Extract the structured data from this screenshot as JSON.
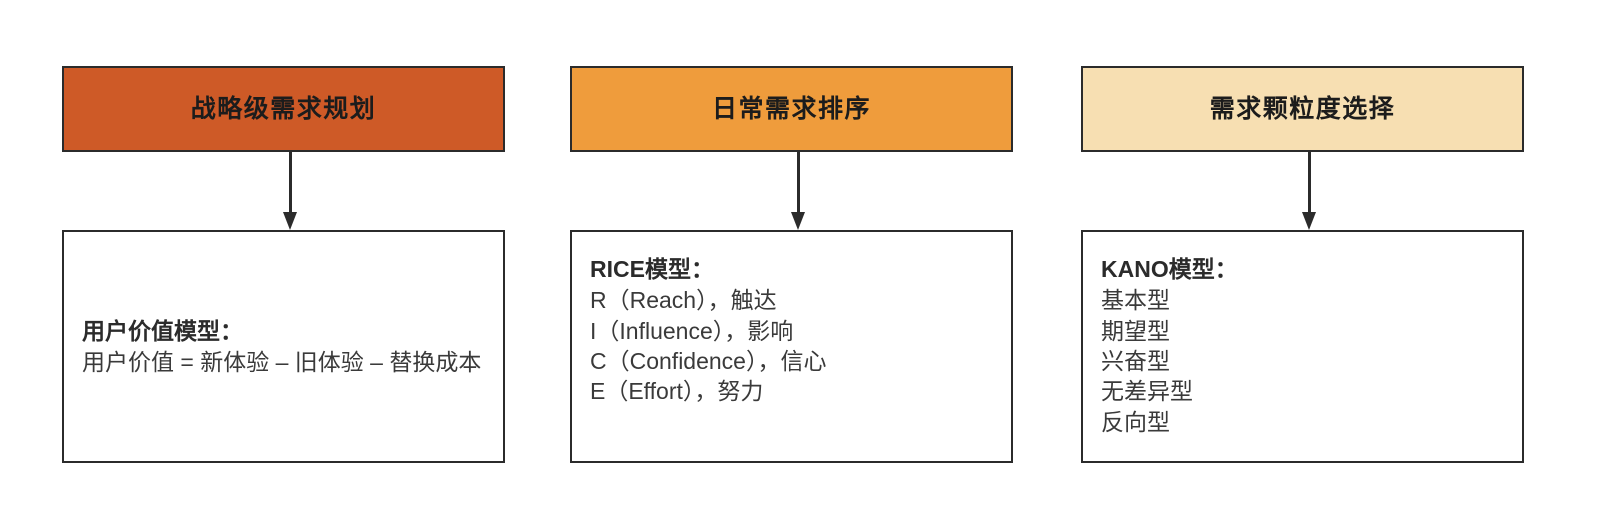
{
  "diagram": {
    "type": "three-column-flowchart",
    "background_color": "#ffffff",
    "border_color": "#2b2b2b",
    "columns": [
      {
        "id": "strategic-planning",
        "header": {
          "label": "战略级需求规划",
          "fill_color": "#CE5A27",
          "text_color": "#1c1c1c"
        },
        "arrow": "down-arrow",
        "body": {
          "title": "用户价值模型：",
          "lines": [
            "用户价值 = 新体验 – 旧体验 – 替换成本"
          ]
        }
      },
      {
        "id": "daily-prioritization",
        "header": {
          "label": "日常需求排序",
          "fill_color": "#EF9C3C",
          "text_color": "#1c1c1c"
        },
        "arrow": "down-arrow",
        "body": {
          "title": "RICE模型：",
          "lines": [
            "R（Reach），触达",
            "I（Influence），影响",
            "C（Confidence），信心",
            "E（Effort），努力"
          ]
        }
      },
      {
        "id": "granularity-selection",
        "header": {
          "label": "需求颗粒度选择",
          "fill_color": "#F7DFB2",
          "text_color": "#1c1c1c"
        },
        "arrow": "down-arrow",
        "body": {
          "title": "KANO模型：",
          "lines": [
            "基本型",
            "期望型",
            "兴奋型",
            "无差异型",
            "反向型"
          ]
        }
      }
    ]
  }
}
